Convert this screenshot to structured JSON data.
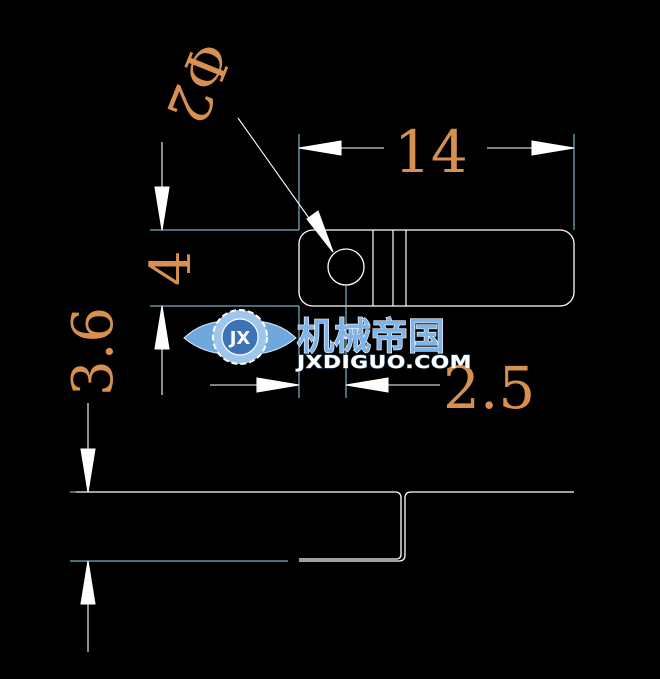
{
  "drawing": {
    "dimensions": {
      "hole_diameter": "Φ2",
      "overall_length": "14",
      "slot_height": "4",
      "hole_offset": "2.5",
      "step_height": "3.6"
    },
    "colors": {
      "background": "#000000",
      "geometry": "#ffffff",
      "extension_lines": "#8fd6ea",
      "dimension_text": "#d7904f"
    }
  },
  "watermark": {
    "title": "机械帝国",
    "url": "JXDIGUO.COM",
    "emblem_text": "JX"
  }
}
